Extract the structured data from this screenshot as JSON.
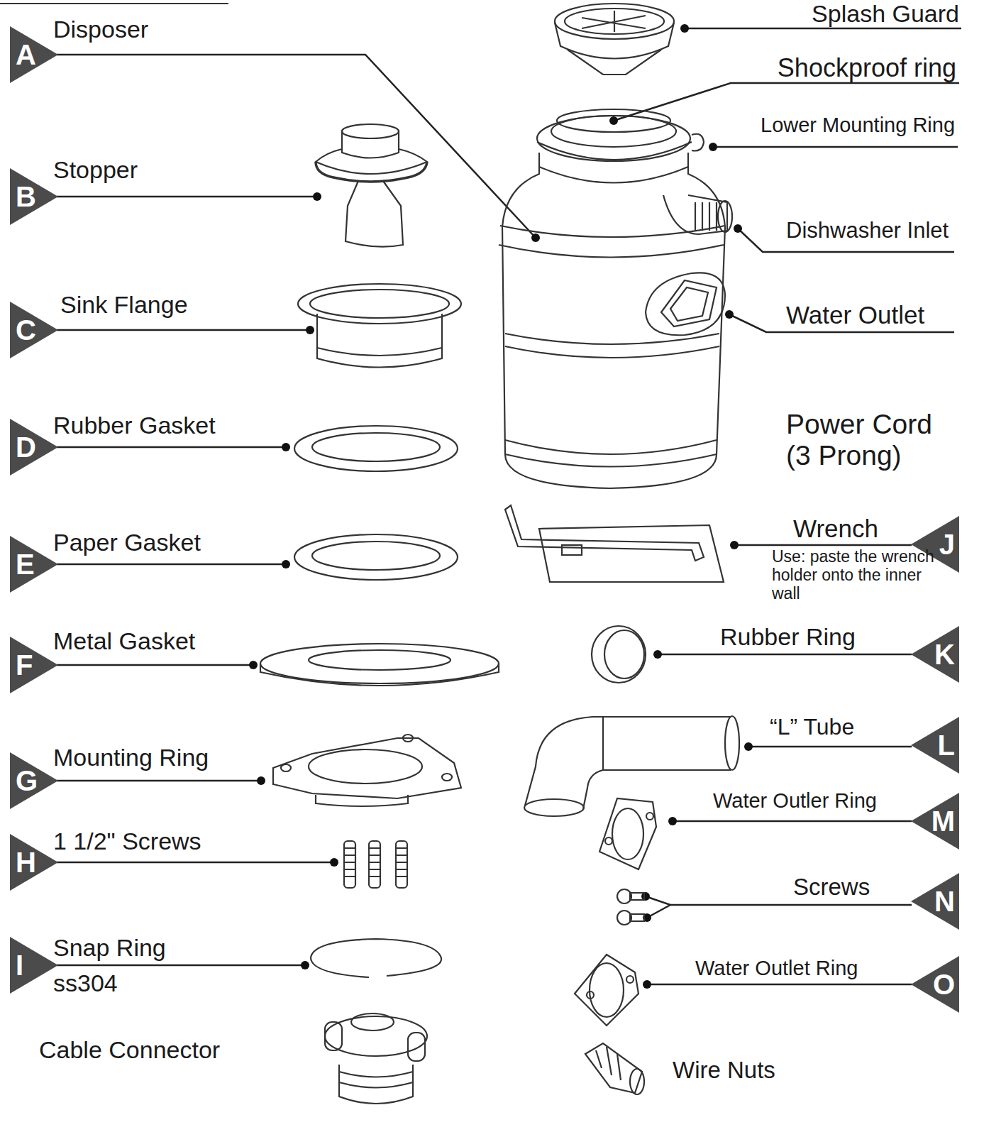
{
  "diagram": {
    "nodes": [
      {
        "text": [
          "A"
        ]
      },
      {
        "text": [
          "B"
        ]
      },
      {
        "text": [
          "C"
        ]
      },
      {
        "text": [
          "D"
        ]
      },
      {
        "text": [
          "E"
        ]
      },
      {
        "text": [
          "F"
        ]
      },
      {
        "text": [
          "G"
        ]
      },
      {
        "text": [
          "H"
        ]
      },
      {
        "text": [
          "I"
        ]
      },
      {
        "text": [
          "J"
        ]
      },
      {
        "text": [
          "K"
        ]
      },
      {
        "text": [
          "L"
        ]
      },
      {
        "text": [
          "M"
        ]
      },
      {
        "text": [
          "N"
        ]
      },
      {
        "text": [
          "O"
        ]
      }
    ],
    "labels": [
      "Disposer",
      "Stopper",
      "Sink Flange",
      "Rubber Gasket",
      "Paper Gasket",
      "Metal Gasket",
      "Mounting Ring",
      "1 1/2\" Screws",
      "Snap Ring",
      "ss304",
      "Cable Connector",
      "Splash Guard",
      "Shockproof ring",
      "Lower Mounting Ring",
      "Dishwasher Inlet",
      "Water Outlet",
      "Power Cord (3 Prong)",
      "Wrench",
      "Use: paste the wrench holder onto the inner wall",
      "Rubber Ring",
      "“L” Tube",
      "Water Outler Ring",
      "Screws",
      "Water Outlet Ring",
      "Wire Nuts"
    ]
  }
}
